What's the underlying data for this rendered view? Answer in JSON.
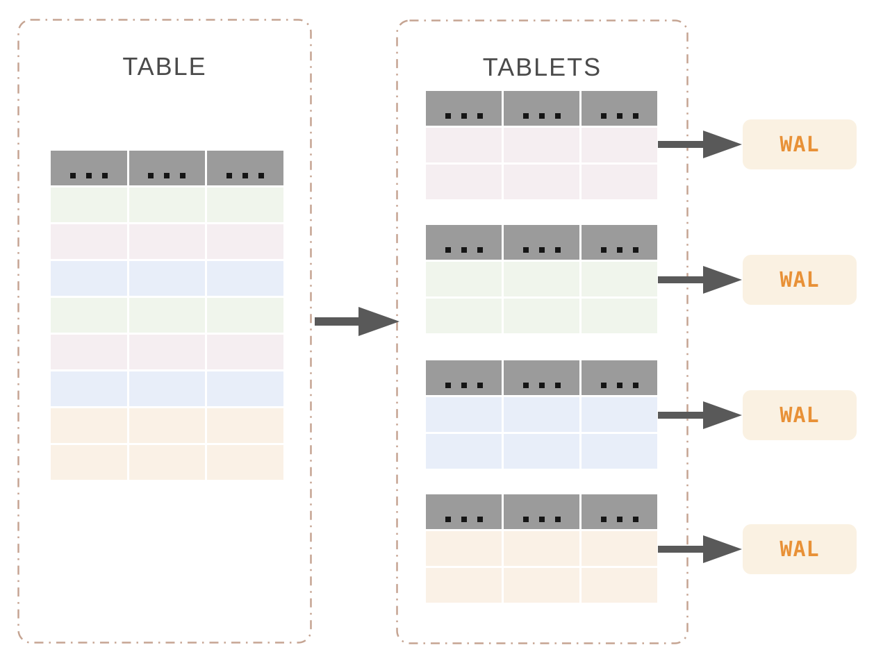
{
  "left_panel": {
    "title": "TABLE"
  },
  "right_panel": {
    "title": "TABLETS"
  },
  "wal": {
    "label": "WAL"
  },
  "main_table": {
    "columns": 3,
    "header_cell_content": "ellipsis-dots",
    "row_colors": [
      "green",
      "pink",
      "blue",
      "green",
      "pink",
      "blue",
      "orange",
      "orange"
    ]
  },
  "tablets": [
    {
      "row_colors": [
        "pink",
        "pink"
      ]
    },
    {
      "row_colors": [
        "green",
        "green"
      ]
    },
    {
      "row_colors": [
        "blue",
        "blue"
      ]
    },
    {
      "row_colors": [
        "orange",
        "orange"
      ]
    }
  ],
  "colors": {
    "border": "#c5a492",
    "panel_title": "#4a4a4a",
    "header_gray": "#9b9b9b",
    "dot_black": "#151515",
    "row_green": "#f0f5ec",
    "row_pink": "#f5eef1",
    "row_blue": "#e8eef9",
    "row_orange": "#faf1e6",
    "wal_bg": "#faf1e2",
    "wal_text": "#e89137",
    "arrow": "#595959"
  }
}
